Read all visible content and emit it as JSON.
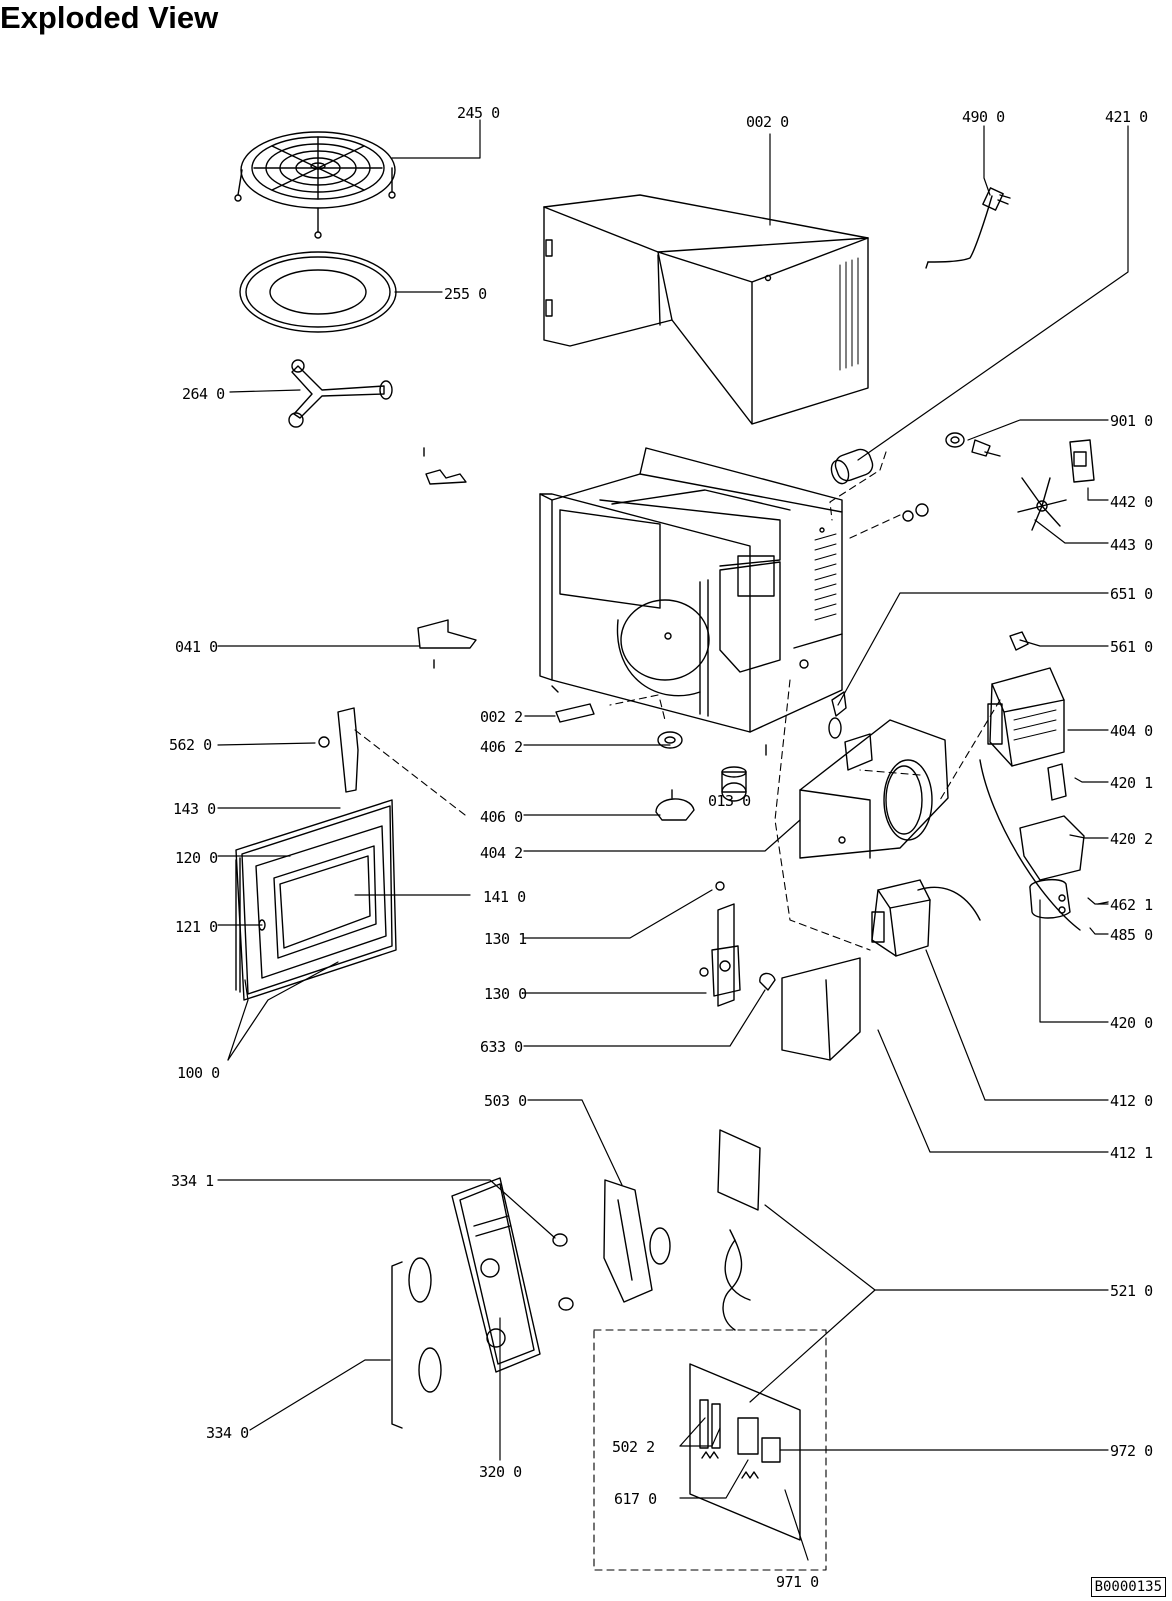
{
  "title": "Exploded View",
  "drawing_code": "B0000135",
  "labels": {
    "l2450": "245 0",
    "l0020": "002 0",
    "l4900": "490 0",
    "l4210": "421 0",
    "l2550": "255 0",
    "l2640": "264 0",
    "l9010": "901 0",
    "l4420": "442 0",
    "l4430": "443 0",
    "l6510": "651 0",
    "l0410": "041 0",
    "l5610": "561 0",
    "l0022": "002 2",
    "l4062": "406 2",
    "l5620": "562 0",
    "l4040": "404 0",
    "l0130": "013 0",
    "l4201": "420 1",
    "l1430": "143 0",
    "l4060": "406 0",
    "l4202": "420 2",
    "l4042": "404 2",
    "l1200": "120 0",
    "l1410": "141 0",
    "l4621": "462 1",
    "l1210": "121 0",
    "l1301": "130 1",
    "l4850": "485 0",
    "l1300": "130 0",
    "l6330": "633 0",
    "l4200": "420 0",
    "l1000": "100 0",
    "l5030": "503 0",
    "l4120": "412 0",
    "l4121": "412 1",
    "l3341": "334 1",
    "l5210": "521 0",
    "l3340": "334 0",
    "l3200": "320 0",
    "l5022": "502 2",
    "l9720": "972 0",
    "l6170": "617 0",
    "l9710": "971 0"
  }
}
